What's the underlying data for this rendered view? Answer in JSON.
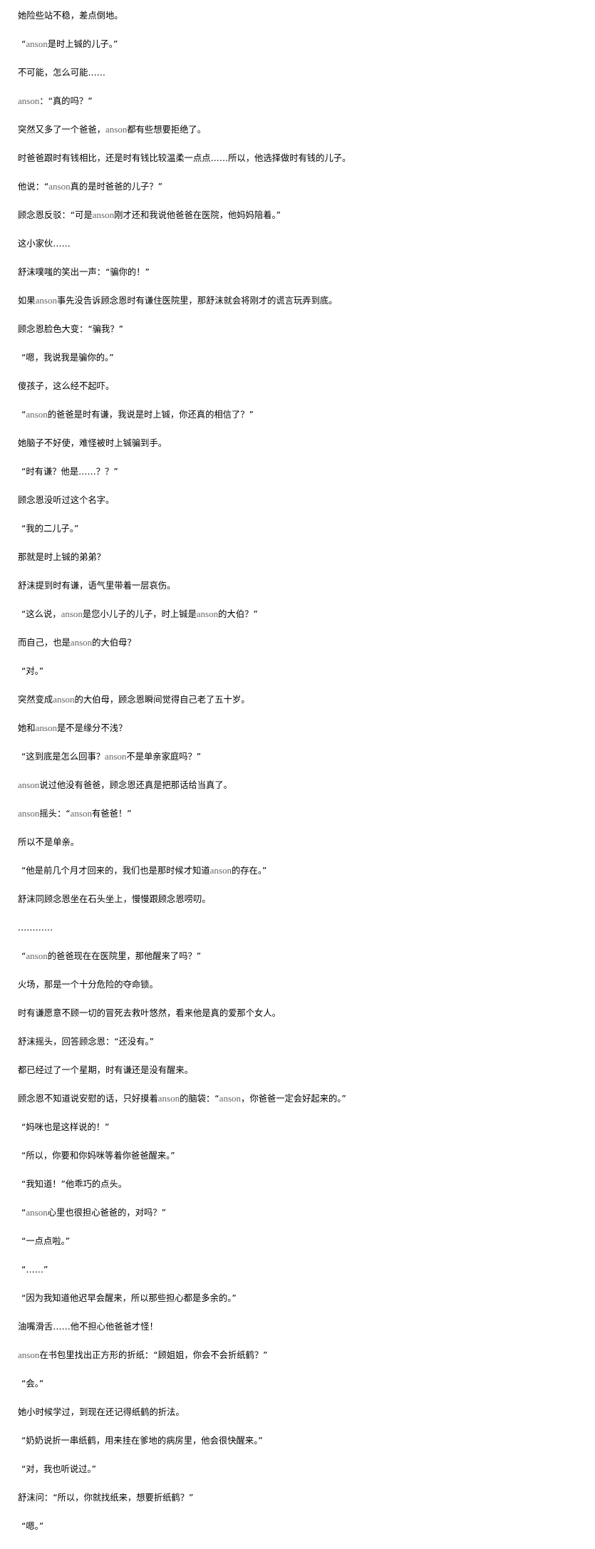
{
  "highlight_word": "anson",
  "colors": {
    "text": "#000000",
    "highlight": "#666666",
    "background": "#ffffff"
  },
  "paragraphs": [
    "她险些站不稳，差点倒地。",
    "“anson是时上铖的儿子。”",
    "不可能，怎么可能……",
    "anson：“真的吗？”",
    "突然又多了一个爸爸，anson都有些想要拒绝了。",
    "时爸爸跟时有钱相比，还是时有钱比较温柔一点点……所以，他选择做时有钱的儿子。",
    "他说：“anson真的是时爸爸的儿子？”",
    "顾念恩反驳：“可是anson刚才还和我说他爸爸在医院，他妈妈陪着。”",
    "这小家伙……",
    "舒沫噗嗤的笑出一声：“骗你的！”",
    "如果anson事先没告诉顾念恩时有谦住医院里，那舒沫就会将刚才的谎言玩弄到底。",
    "顾念恩脸色大变：“骗我？”",
    "“嗯，我说我是骗你的。”",
    "傻孩子，这么经不起吓。",
    "“anson的爸爸是时有谦，我说是时上铖，你还真的相信了？”",
    "她脑子不好使，难怪被时上铖骗到手。",
    "“时有谦？他是……？？”",
    "顾念恩没听过这个名字。",
    "“我的二儿子。”",
    "那就是时上铖的弟弟？",
    "舒沫提到时有谦，语气里带着一层哀伤。",
    "“这么说，anson是您小儿子的儿子，时上铖是anson的大伯？”",
    "而自己，也是anson的大伯母？",
    "“对。”",
    "突然变成anson的大伯母，顾念恩瞬间觉得自己老了五十岁。",
    "她和anson是不是缘分不浅？",
    "“这到底是怎么回事？anson不是单亲家庭吗？”",
    "anson说过他没有爸爸，顾念恩还真是把那话给当真了。",
    "anson摇头：“anson有爸爸！”",
    "所以不是单亲。",
    "“他是前几个月才回来的，我们也是那时候才知道anson的存在。”",
    "舒沫同顾念恩坐在石头坐上，慢慢跟顾念恩唠叨。",
    "…………",
    "“anson的爸爸现在在医院里，那他醒来了吗？”",
    "火场，那是一个十分危险的夺命锁。",
    "时有谦愿意不顾一切的冒死去救叶悠然，看来他是真的爱那个女人。",
    "舒沫摇头，回答顾念恩：“还没有。”",
    "都已经过了一个星期，时有谦还是没有醒来。",
    "顾念恩不知道说安慰的话，只好摸着anson的脑袋：“anson，你爸爸一定会好起来的。”",
    "“妈咪也是这样说的！”",
    "“所以，你要和你妈咪等着你爸爸醒来。”",
    "“我知道！”他乖巧的点头。",
    "“anson心里也很担心爸爸的，对吗？”",
    "“一点点啦。”",
    "“……”",
    "“因为我知道他迟早会醒来，所以那些担心都是多余的。”",
    "油嘴滑舌……他不担心他爸爸才怪！",
    "anson在书包里找出正方形的折纸：“顾姐姐，你会不会折纸鹤？”",
    "“会。”",
    "她小时候学过，到现在还记得纸鹤的折法。",
    "“奶奶说折一串纸鹤，用来挂在爹地的病房里，他会很快醒来。”",
    "“对，我也听说过。”",
    "舒沫问：“所以，你就找纸来，想要折纸鹤？”",
    "“嗯。”"
  ]
}
